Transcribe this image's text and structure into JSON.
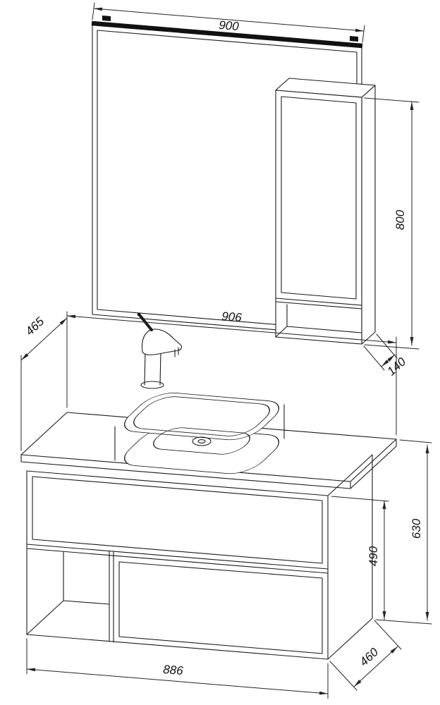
{
  "drawing": {
    "kind": "furniture dimensional drawing",
    "dimension_labels": {
      "mirror_width": "900",
      "side_cabinet_height": "800",
      "side_cabinet_depth": "140",
      "countertop_depth": "465",
      "countertop_width": "906",
      "overall_height": "630",
      "cabinet_height": "490",
      "cabinet_width": "886",
      "cabinet_depth": "460"
    }
  }
}
